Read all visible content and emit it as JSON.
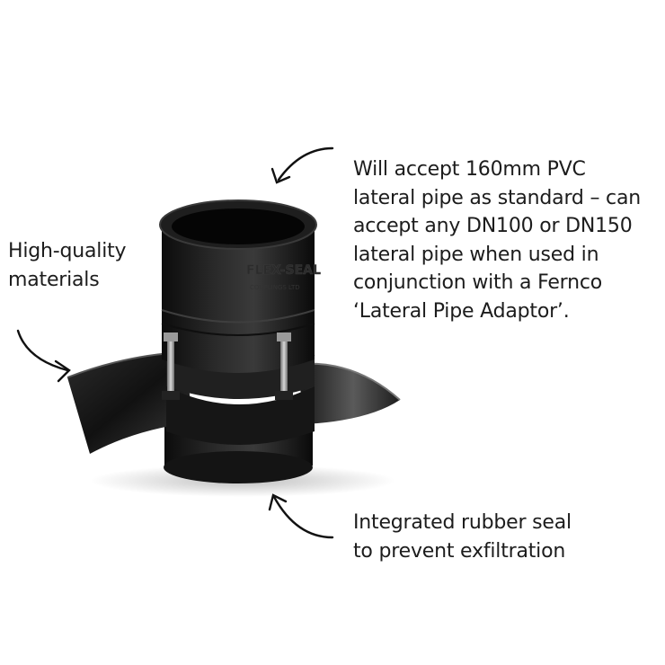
{
  "callouts": {
    "lateral_pipe": {
      "lines": [
        "Will accept 160mm PVC",
        "lateral pipe as standard – can",
        "accept any DN100 or DN150",
        "lateral pipe when used in",
        "conjunction with a Fernco",
        "‘Lateral Pipe Adaptor’."
      ]
    },
    "materials": {
      "lines": [
        "High-quality",
        "materials"
      ]
    },
    "seal": {
      "lines": [
        "Integrated rubber seal",
        "to prevent exfiltration"
      ]
    }
  },
  "product": {
    "brand_embossing": "FLEX-SEAL",
    "brand_sub_embossing": "COUPLINGS LTD",
    "color": "#1a1a1a"
  }
}
